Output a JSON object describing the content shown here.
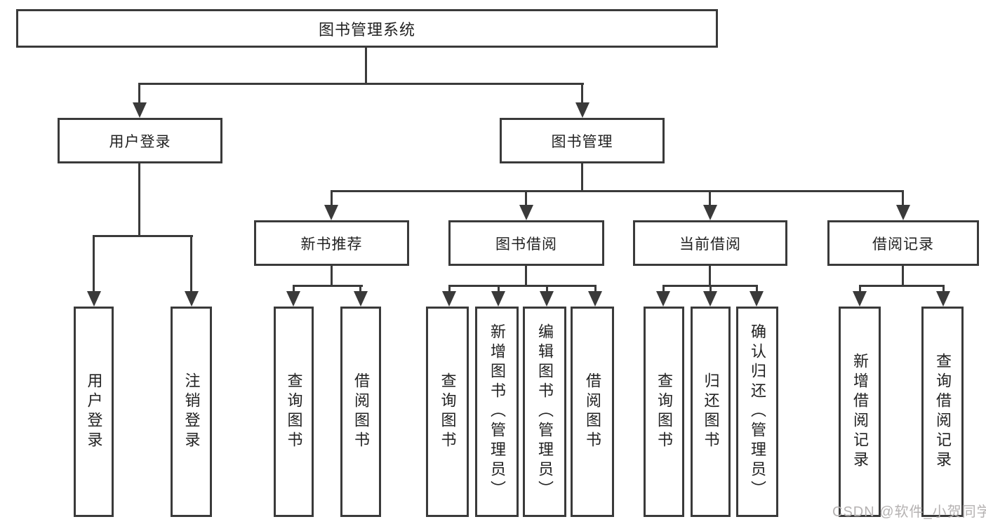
{
  "colors": {
    "line": "#3a3a3a",
    "text": "#222222",
    "background": "#ffffff",
    "watermark": "#b5b2b2"
  },
  "watermark": "CSDN @软件_小贺同学",
  "tree": {
    "label": "图书管理系统",
    "children": [
      {
        "label": "用户登录",
        "children": [
          {
            "label": "用户登录"
          },
          {
            "label": "注销登录"
          }
        ]
      },
      {
        "label": "图书管理",
        "children": [
          {
            "label": "新书推荐",
            "children": [
              {
                "label": "查询图书"
              },
              {
                "label": "借阅图书"
              }
            ]
          },
          {
            "label": "图书借阅",
            "children": [
              {
                "label": "查询图书"
              },
              {
                "label": "新增图书（管理员）"
              },
              {
                "label": "编辑图书（管理员）"
              },
              {
                "label": "借阅图书"
              }
            ]
          },
          {
            "label": "当前借阅",
            "children": [
              {
                "label": "查询图书"
              },
              {
                "label": "归还图书"
              },
              {
                "label": "确认归还（管理员）"
              }
            ]
          },
          {
            "label": "借阅记录",
            "children": [
              {
                "label": "新增借阅记录"
              },
              {
                "label": "查询借阅记录"
              }
            ]
          }
        ]
      }
    ]
  }
}
